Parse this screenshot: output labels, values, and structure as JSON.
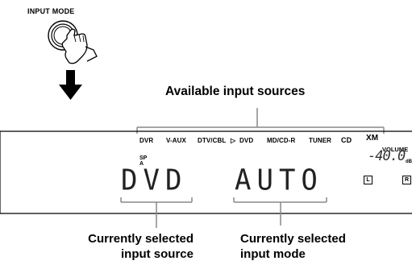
{
  "button": {
    "label": "INPUT MODE",
    "icon": "hand-pressing-button-icon"
  },
  "arrow": {
    "icon": "down-arrow-icon"
  },
  "top_caption": "Available input sources",
  "display": {
    "sources": [
      "DVR",
      "V-AUX",
      "DTV/CBL",
      "DVD",
      "MD/CD-R",
      "TUNER",
      "CD",
      "XM"
    ],
    "selected_marker": "▷",
    "sp": "SP",
    "sp_a": "A",
    "source_text": "DVD",
    "mode_text": "AUTO",
    "volume_label": "VOLUME",
    "volume_value": "-40.0",
    "volume_unit": "dB",
    "left_indicator": "L",
    "right_indicator": "R"
  },
  "captions": {
    "source": [
      "Currently selected",
      "input source"
    ],
    "mode": [
      "Currently selected",
      "input mode"
    ]
  }
}
